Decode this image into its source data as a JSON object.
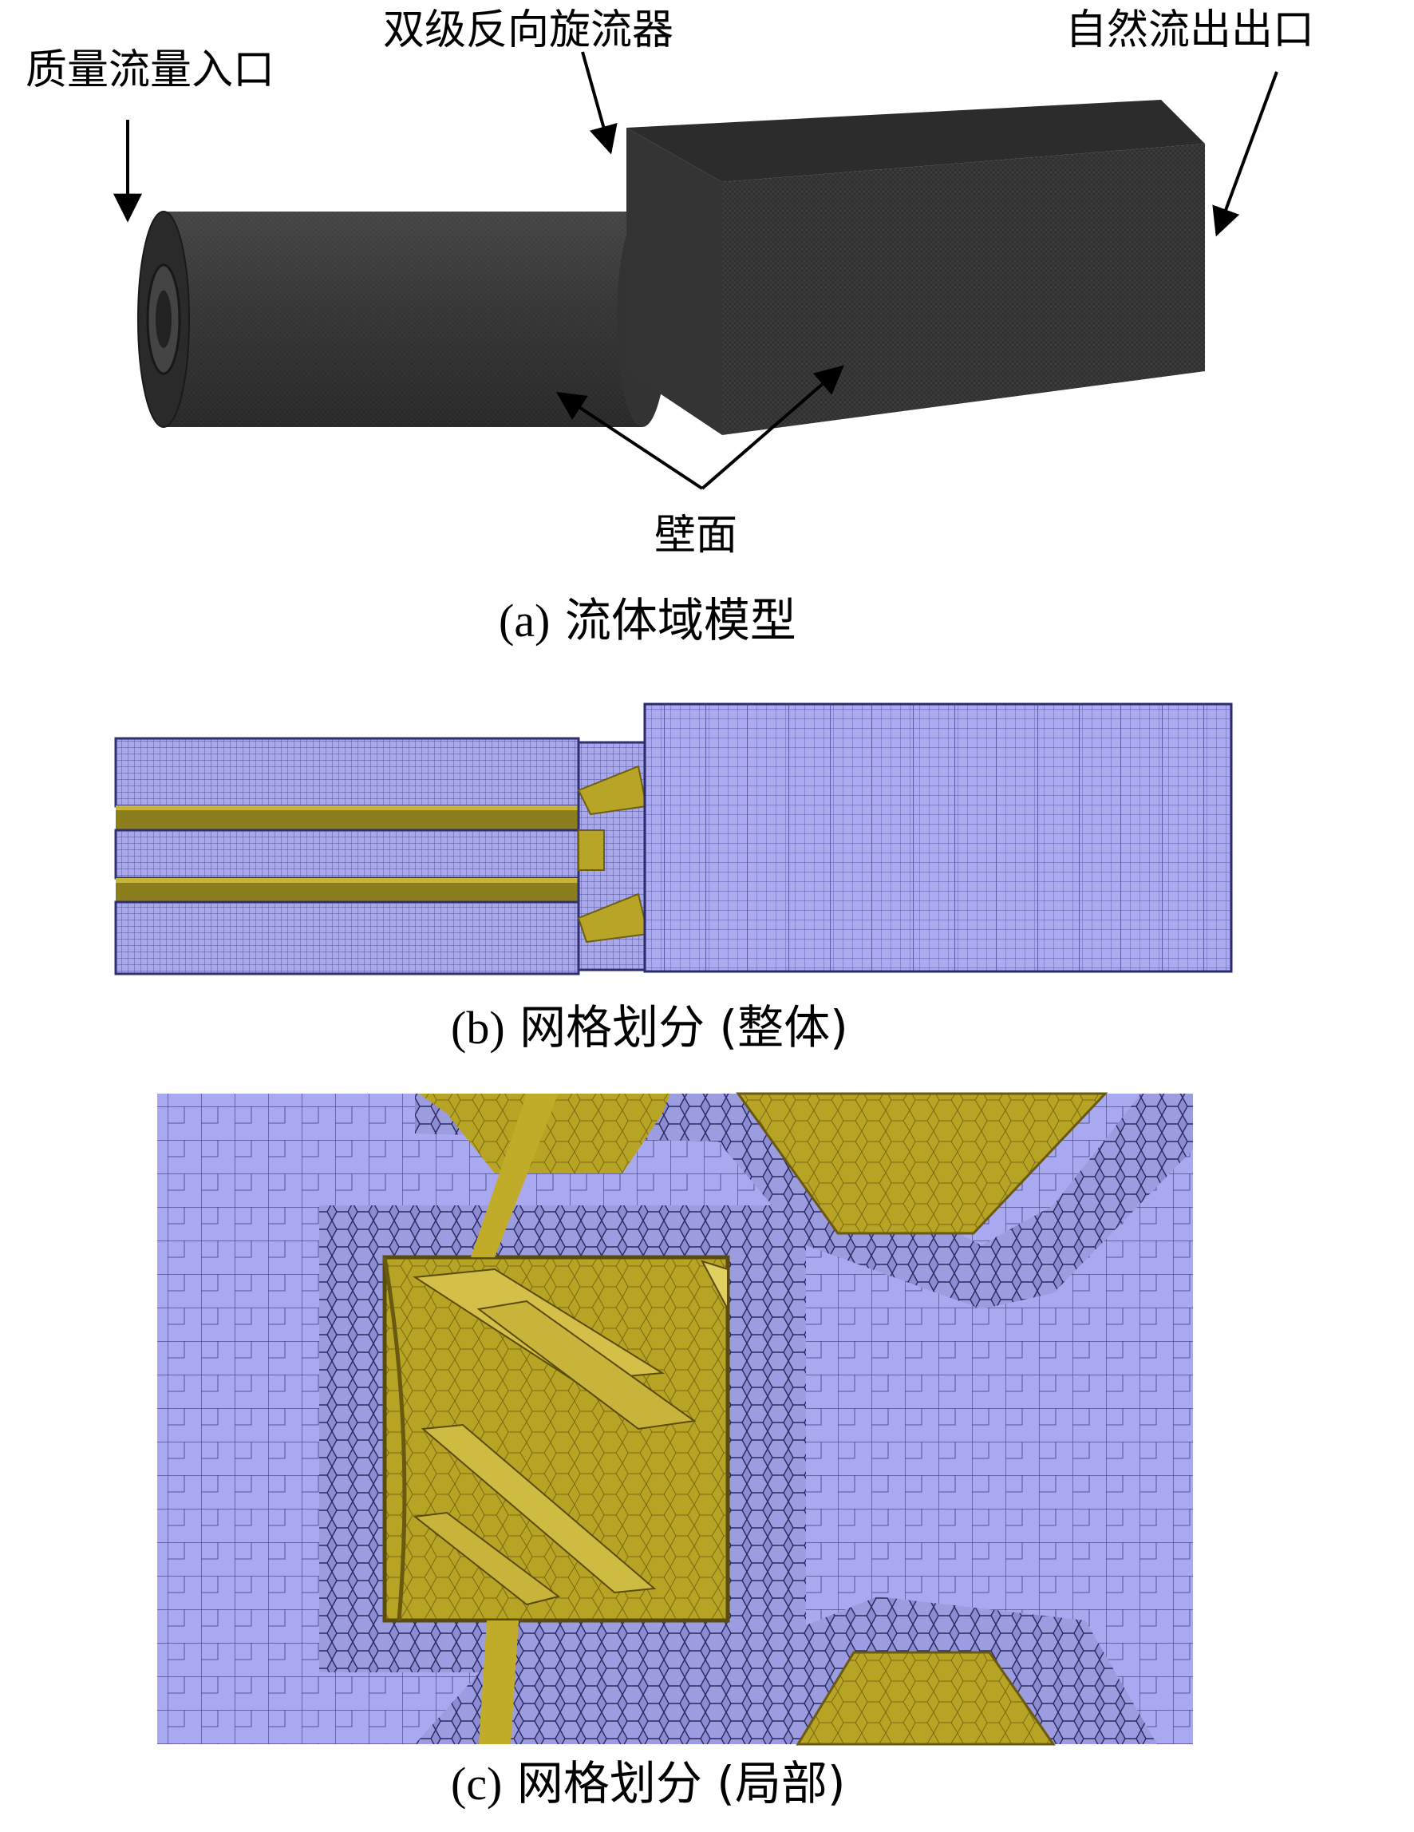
{
  "panel_a": {
    "labels": {
      "mass_flow_inlet": "质量流量入口",
      "swirler": "双级反向旋流器",
      "outflow_outlet": "自然流出出口",
      "wall": "壁面"
    },
    "caption_letter": "(a)",
    "caption_text": "流体域模型"
  },
  "panel_b": {
    "caption_letter": "(b)",
    "caption_text": "网格划分",
    "caption_suffix": "(整体)"
  },
  "panel_c": {
    "caption_letter": "(c)",
    "caption_text": "网格划分",
    "caption_suffix": "(局部)"
  },
  "colors": {
    "model_dark": "#3a3a3a",
    "mesh_blue": "#a9a9e8",
    "mesh_line": "#404080",
    "swirler_gold": "#b8a426"
  }
}
